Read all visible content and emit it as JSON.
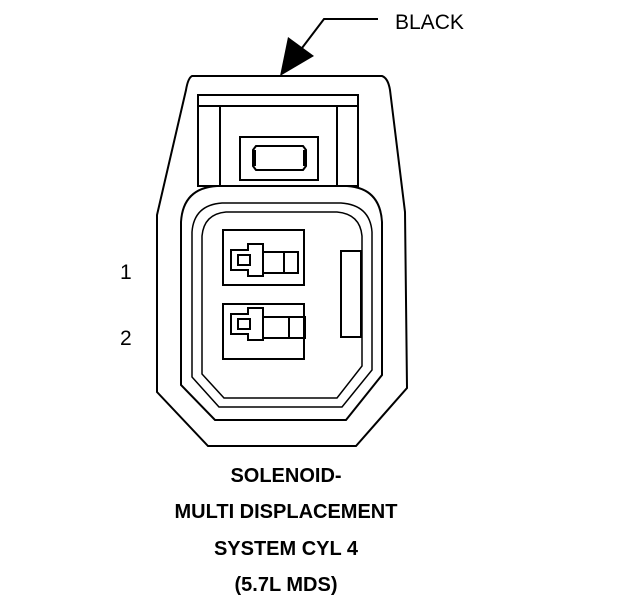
{
  "callout": {
    "color_label": "BLACK"
  },
  "pins": [
    {
      "number": "1"
    },
    {
      "number": "2"
    }
  ],
  "caption": {
    "line1": "SOLENOID-",
    "line2": "MULTI DISPLACEMENT",
    "line3": "SYSTEM CYL 4",
    "line4": "(5.7L MDS)"
  }
}
